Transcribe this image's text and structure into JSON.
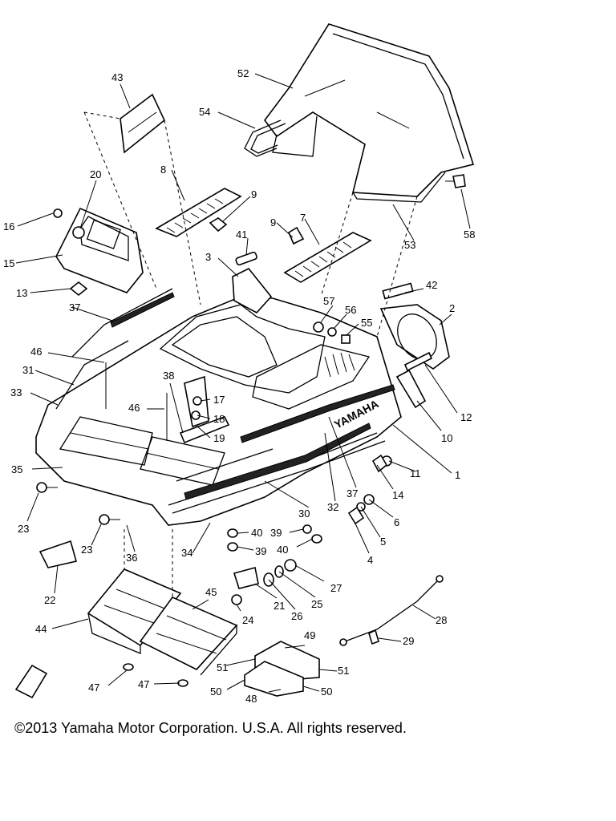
{
  "diagram": {
    "callouts": [
      "1",
      "2",
      "3",
      "4",
      "5",
      "6",
      "7",
      "8",
      "9",
      "9",
      "10",
      "11",
      "12",
      "13",
      "14",
      "15",
      "16",
      "17",
      "18",
      "19",
      "20",
      "21",
      "22",
      "23",
      "23",
      "24",
      "25",
      "26",
      "27",
      "28",
      "29",
      "30",
      "31",
      "32",
      "33",
      "34",
      "35",
      "36",
      "37",
      "37",
      "37",
      "38",
      "39",
      "39",
      "40",
      "40",
      "41",
      "42",
      "43",
      "44",
      "45",
      "46",
      "46",
      "47",
      "47",
      "48",
      "49",
      "50",
      "50",
      "51",
      "51",
      "52",
      "53",
      "54",
      "55",
      "56",
      "57",
      "58"
    ],
    "hood_lettering": "YAMAHA"
  },
  "footer": {
    "copyright": "©2013 Yamaha Motor Corporation. U.S.A. All rights reserved."
  }
}
